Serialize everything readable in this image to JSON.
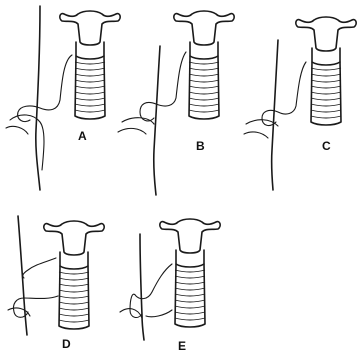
{
  "panels": [
    {
      "id": "A",
      "label": "A"
    },
    {
      "id": "B",
      "label": "B"
    },
    {
      "id": "C",
      "label": "C"
    },
    {
      "id": "D",
      "label": "D"
    },
    {
      "id": "E",
      "label": "E"
    }
  ],
  "colors": {
    "ink": "#1a1a1a",
    "paper": "#ffffff"
  }
}
